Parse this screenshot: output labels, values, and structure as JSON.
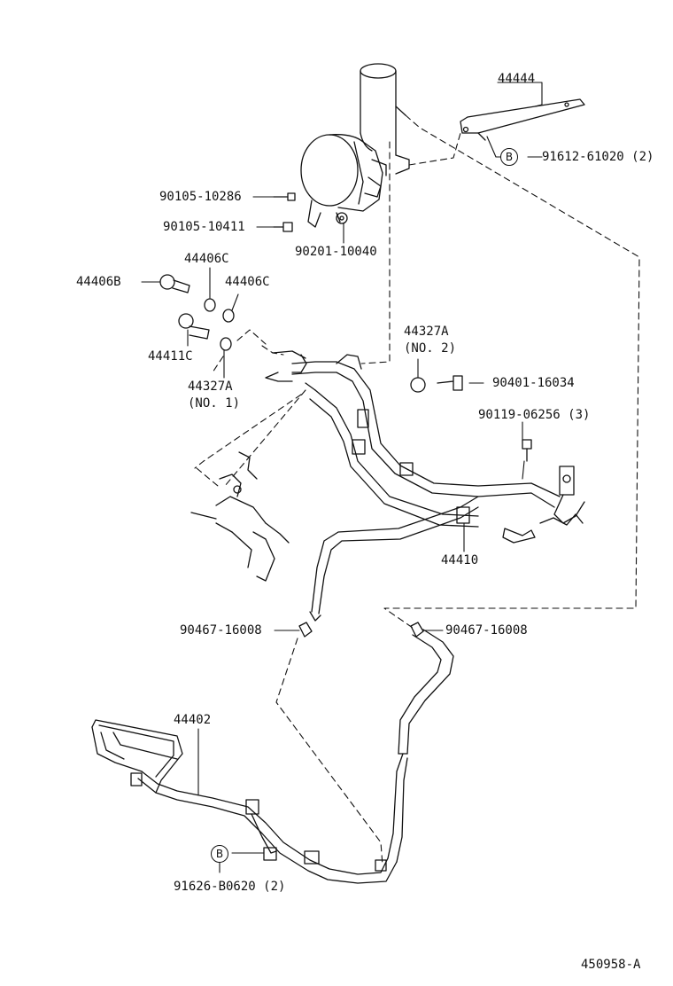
{
  "labels": {
    "p44444": "44444",
    "p91612": "91612-61020 (2)",
    "p90105a": "90105-10286",
    "p90105b": "90105-10411",
    "p90201": "90201-10040",
    "p44406b": "44406B",
    "p44406c_top": "44406C",
    "p44406c_right": "44406C",
    "p44411c": "44411C",
    "p44327a_1": "44327A",
    "p44327a_1_note": "(NO. 1)",
    "p44327a_2": "44327A",
    "p44327a_2_note": "(NO. 2)",
    "p90401": "90401-16034",
    "p90119": "90119-06256 (3)",
    "p44410": "44410",
    "p90467_left": "90467-16008",
    "p90467_right": "90467-16008",
    "p44402": "44402",
    "p91626": "91626-B0620 (2)",
    "ref_code": "450958-A"
  },
  "markers": {
    "b_top": "B",
    "b_bottom": "B"
  }
}
